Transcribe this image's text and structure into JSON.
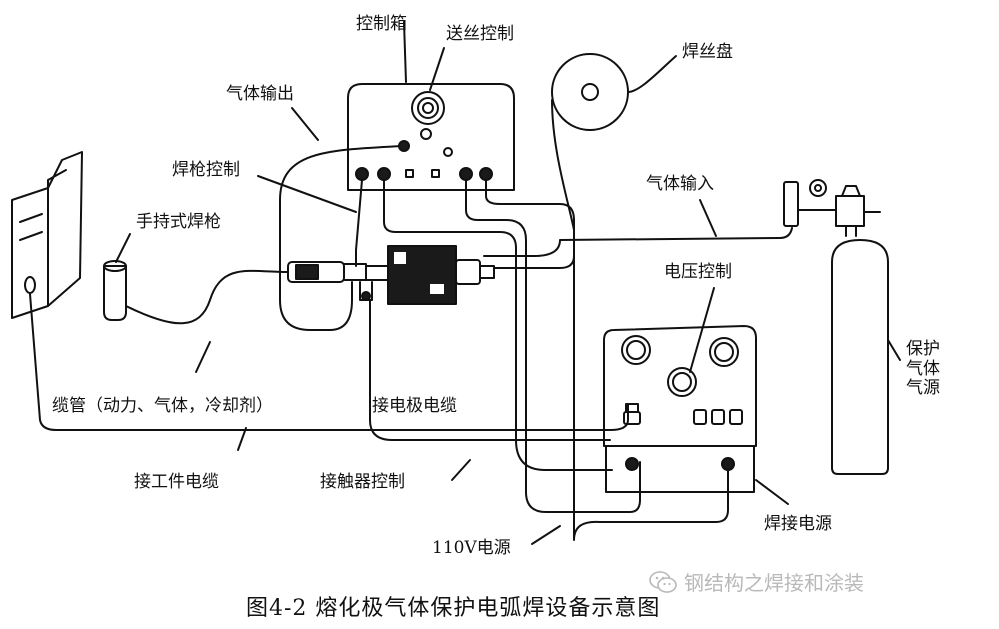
{
  "labels": {
    "control_box": "控制箱",
    "wire_feed_control": "送丝控制",
    "wire_spool": "焊丝盘",
    "gas_output": "气体输出",
    "gun_control": "焊枪控制",
    "handheld_gun": "手持式焊枪",
    "gas_input": "气体输入",
    "voltage_control": "电压控制",
    "shielding_gas_source": "保护气体气源",
    "cable_hose": "缆管（动力、气体，冷却剂）",
    "electrode_cable": "接电极电缆",
    "work_cable": "接工件电缆",
    "contactor_control": "接触器控制",
    "power_110v": "110V电源",
    "welding_power": "焊接电源"
  },
  "caption": "图4-2  熔化极气体保护电弧焊设备示意图",
  "watermark": "钢结构之焊接和涂装",
  "colors": {
    "line": "#111111",
    "fill_dark": "#1a1a1a",
    "watermark": "#b9b9b9"
  }
}
